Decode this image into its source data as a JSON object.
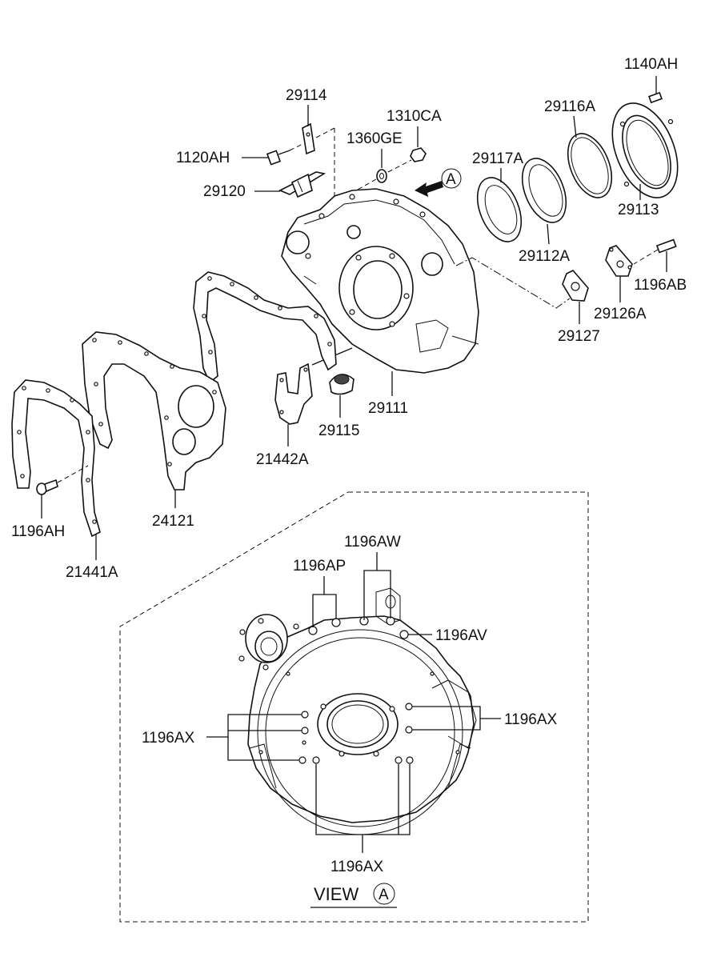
{
  "part_labels": {
    "p1140AH": "1140AH",
    "p29116A": "29116A",
    "p29114": "29114",
    "p1310CA": "1310CA",
    "p1360GE": "1360GE",
    "p1120AH": "1120AH",
    "p29117A": "29117A",
    "p29120": "29120",
    "p29113": "29113",
    "p29112A": "29112A",
    "p1196AB": "1196AB",
    "p29126A": "29126A",
    "p29127": "29127",
    "p29111": "29111",
    "p29115": "29115",
    "p21442A": "21442A",
    "p24121": "24121",
    "p1196AH": "1196AH",
    "p21441A": "21441A"
  },
  "view_labels": {
    "p1196AW": "1196AW",
    "p1196AP": "1196AP",
    "p1196AV": "1196AV",
    "p1196AX_right": "1196AX",
    "p1196AX_left": "1196AX",
    "p1196AX_bottom": "1196AX"
  },
  "view_marker": {
    "letter": "A",
    "view_word": "VIEW"
  }
}
